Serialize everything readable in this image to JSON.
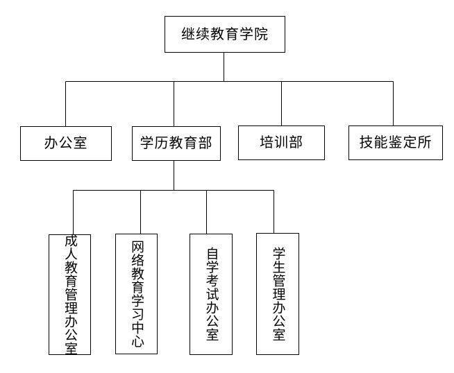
{
  "page": {
    "background_color": "#ffffff",
    "line_color": "#000000",
    "box_border_color": "#000000",
    "text_color": "#000000"
  },
  "org_chart": {
    "root": {
      "label": "继续教育学院"
    },
    "level2": [
      {
        "label": "办公室"
      },
      {
        "label": "学历教育部"
      },
      {
        "label": "培训部"
      },
      {
        "label": "技能鉴定所"
      }
    ],
    "level3_parent": "学历教育部",
    "level3": [
      {
        "label": "成人教育管理办公室"
      },
      {
        "label": "网络教育学习中心"
      },
      {
        "label": "自学考试办公室"
      },
      {
        "label": "学生管理办公室"
      }
    ]
  }
}
